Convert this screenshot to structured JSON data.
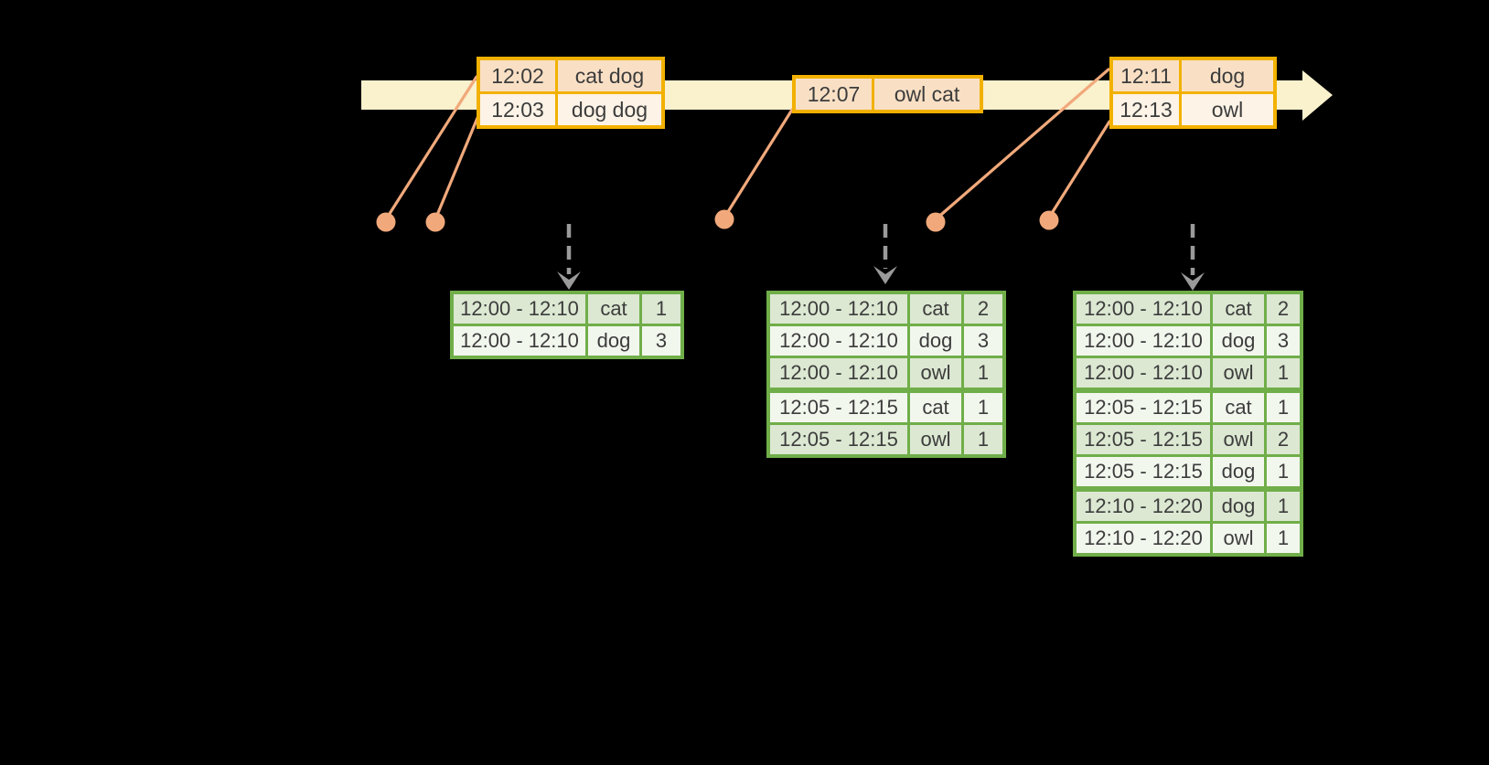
{
  "colors": {
    "background": "#000000",
    "timeline": "#FAF1CD",
    "event_border": "#F2B100",
    "event_row_odd": "#F9E0C5",
    "event_row_even": "#FDF3E6",
    "connector": "#F1A97B",
    "result_border": "#70AE49",
    "result_row_odd": "#DCE8D2",
    "result_row_even": "#F2F7EE",
    "trigger_arrow": "#9A9A9A",
    "text": "#3C3C3C"
  },
  "event_tables": [
    {
      "rows": [
        [
          "12:02",
          "cat dog"
        ],
        [
          "12:03",
          "dog dog"
        ]
      ]
    },
    {
      "rows": [
        [
          "12:07",
          "owl cat"
        ]
      ]
    },
    {
      "rows": [
        [
          "12:11",
          "dog"
        ],
        [
          "12:13",
          "owl"
        ]
      ]
    }
  ],
  "result_tables": [
    {
      "rows": [
        [
          "12:00 - 12:10",
          "cat",
          "1"
        ],
        [
          "12:00 - 12:10",
          "dog",
          "3"
        ]
      ],
      "group_starts": []
    },
    {
      "rows": [
        [
          "12:00 - 12:10",
          "cat",
          "2"
        ],
        [
          "12:00 - 12:10",
          "dog",
          "3"
        ],
        [
          "12:00 - 12:10",
          "owl",
          "1"
        ],
        [
          "12:05 - 12:15",
          "cat",
          "1"
        ],
        [
          "12:05 - 12:15",
          "owl",
          "1"
        ]
      ],
      "group_starts": [
        3
      ]
    },
    {
      "rows": [
        [
          "12:00 - 12:10",
          "cat",
          "2"
        ],
        [
          "12:00 - 12:10",
          "dog",
          "3"
        ],
        [
          "12:00 - 12:10",
          "owl",
          "1"
        ],
        [
          "12:05 - 12:15",
          "cat",
          "1"
        ],
        [
          "12:05 - 12:15",
          "owl",
          "2"
        ],
        [
          "12:05 - 12:15",
          "dog",
          "1"
        ],
        [
          "12:10 - 12:20",
          "dog",
          "1"
        ],
        [
          "12:10 - 12:20",
          "owl",
          "1"
        ]
      ],
      "group_starts": [
        3,
        6
      ]
    }
  ]
}
